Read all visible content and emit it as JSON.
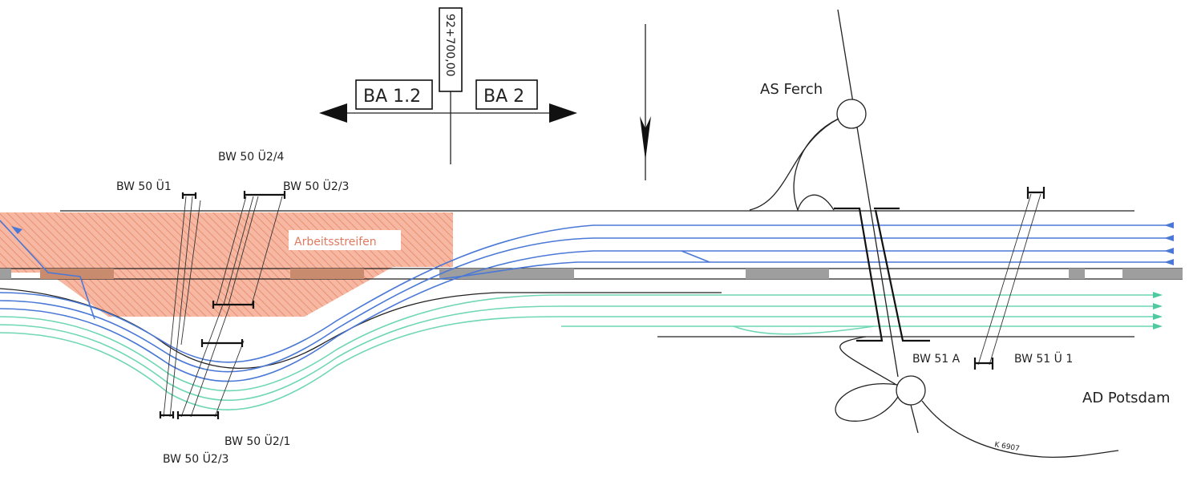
{
  "station": "92+700,00",
  "sections": {
    "left": "BA 1.2",
    "right": "BA 2"
  },
  "labels": {
    "bw50_u1": "BW 50 Ü1",
    "bw50_u2_4": "BW 50 Ü2/4",
    "bw50_u2_3_top": "BW 50 Ü2/3",
    "bw50_u2_1": "BW 50 Ü2/1",
    "bw50_u2_3_bottom": "BW 50 Ü2/3",
    "bw51_a": "BW 51 A",
    "bw51_u1": "BW 51 Ü 1",
    "arbeitsstreifen": "Arbeitsstreifen",
    "as_ferch": "AS Ferch",
    "ad_potsdam": "AD Potsdam",
    "road": "K 6907"
  },
  "colors": {
    "work_strip": "#f3a58c",
    "blue_lanes": "#4a78d6",
    "green_lanes": "#6fd6b6",
    "median_blocks": "#9e9e9e",
    "median_blocks_brown": "#c98b6e"
  }
}
